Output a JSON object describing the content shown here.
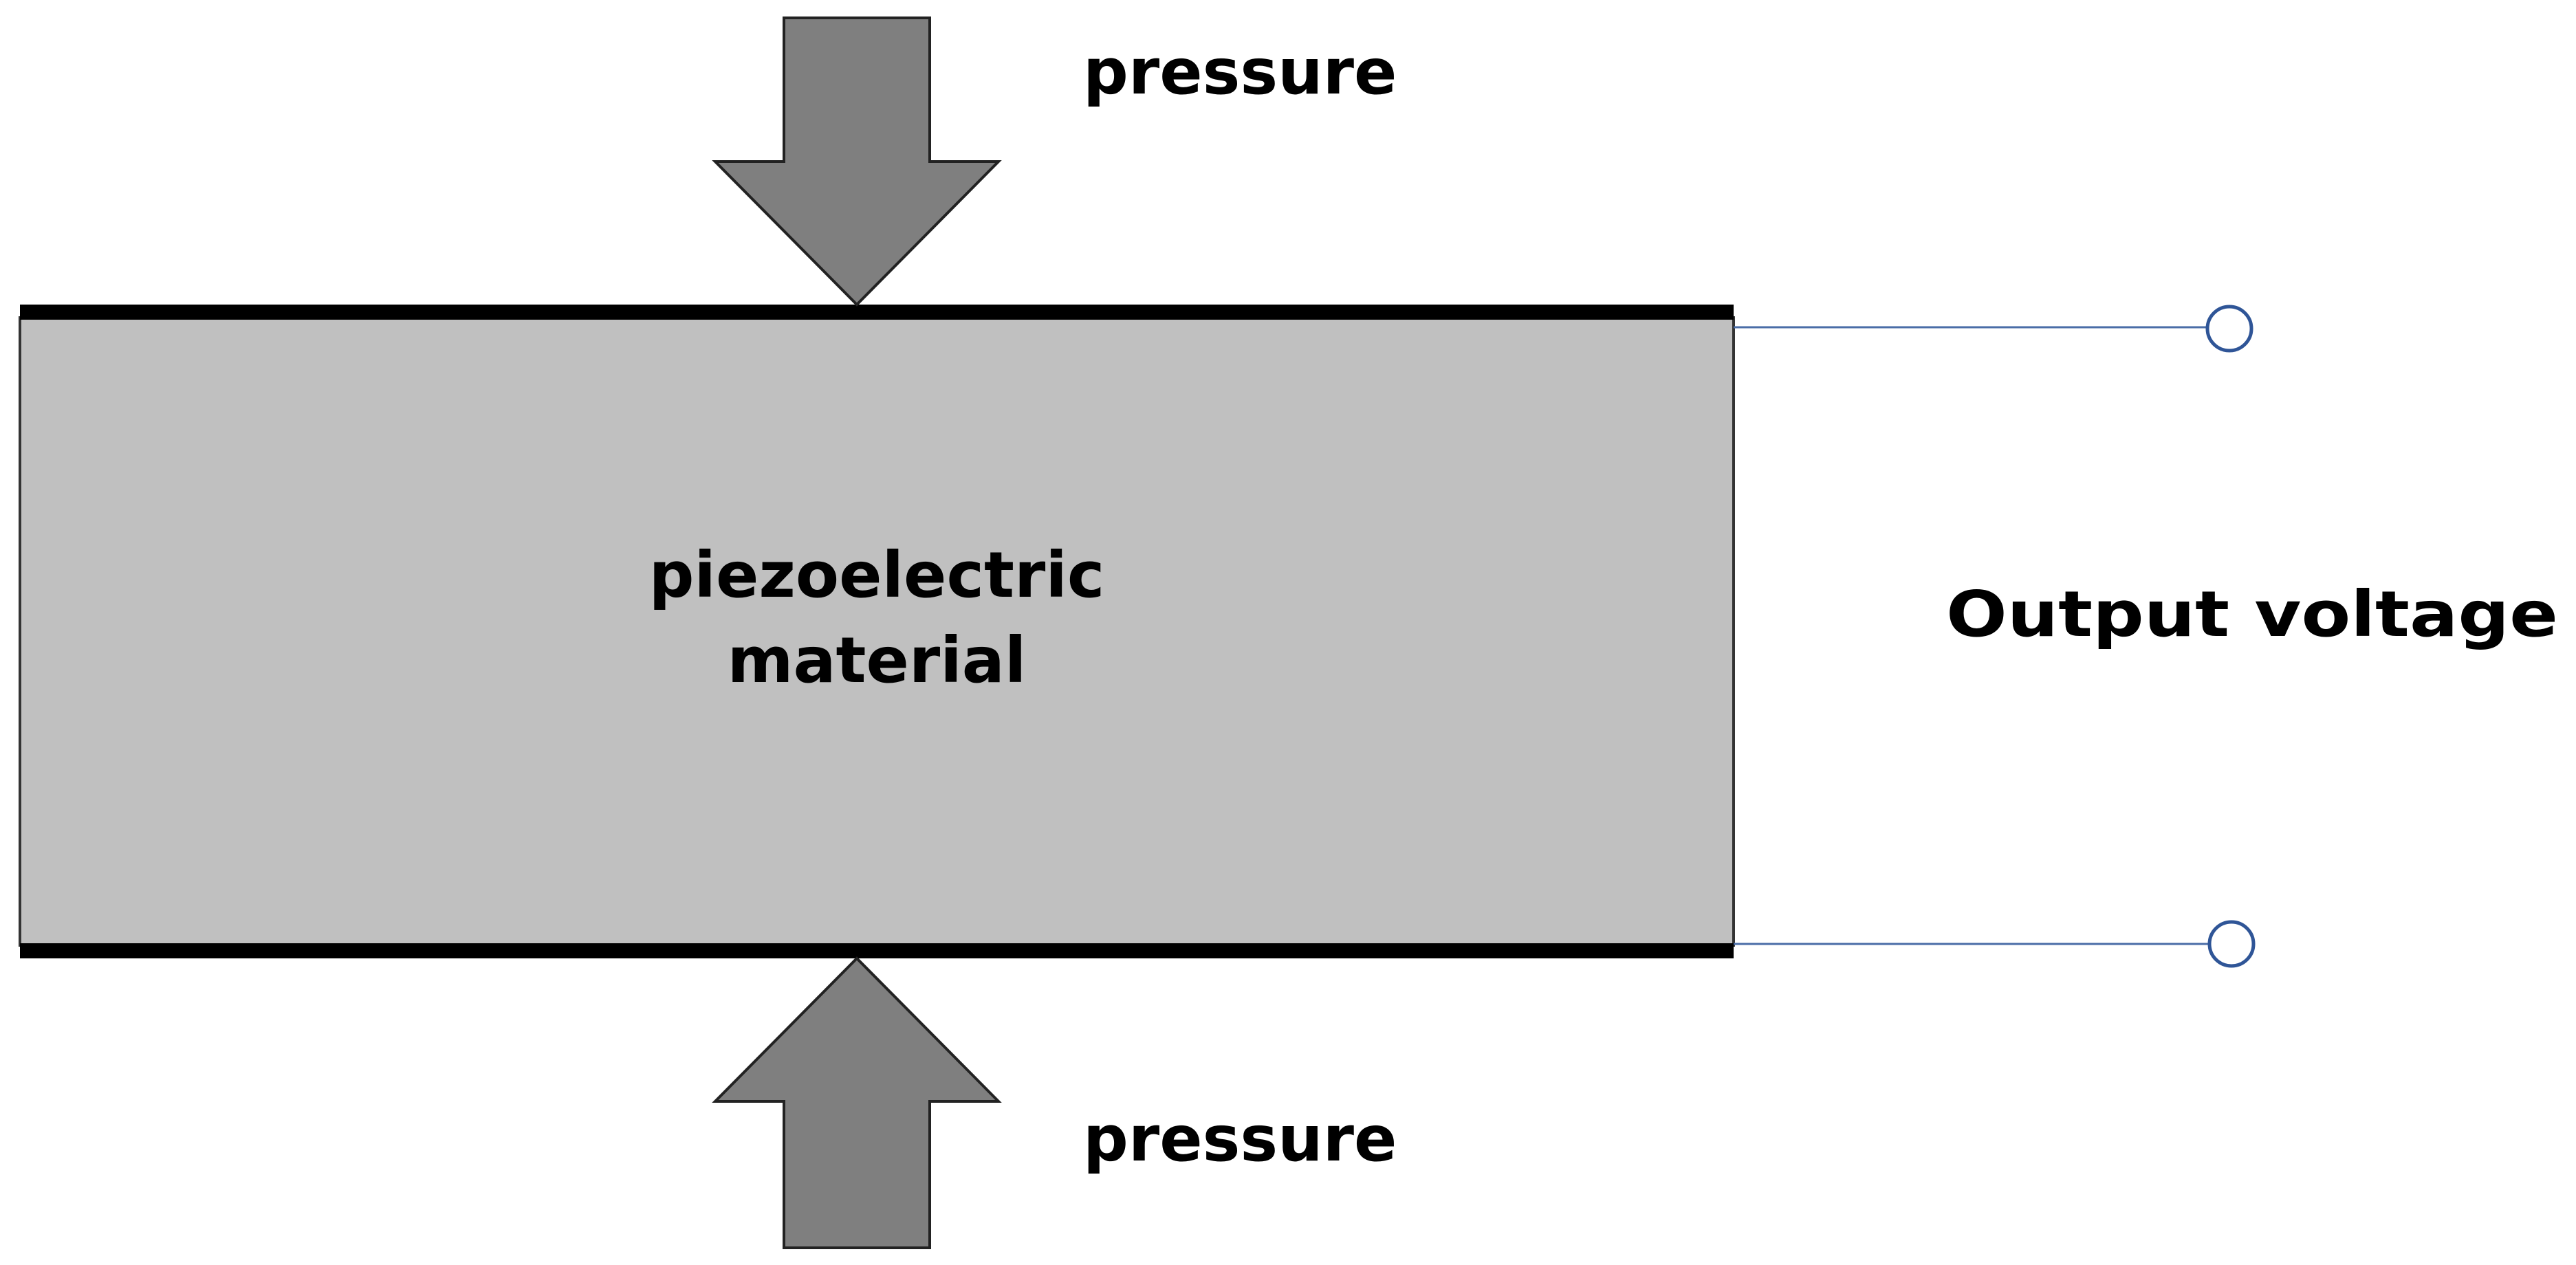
{
  "labels": {
    "pressure_top": "pressure",
    "pressure_bottom": "pressure",
    "material_line1": "piezoelectric",
    "material_line2": "material",
    "output": "Output voltage"
  },
  "colors": {
    "material_fill": "#c0c0c0",
    "electrode": "#000000",
    "arrow_fill": "#7f7f7f",
    "arrow_stroke": "#222222",
    "wire": "#4a6da7",
    "terminal_stroke": "#2f5597"
  }
}
